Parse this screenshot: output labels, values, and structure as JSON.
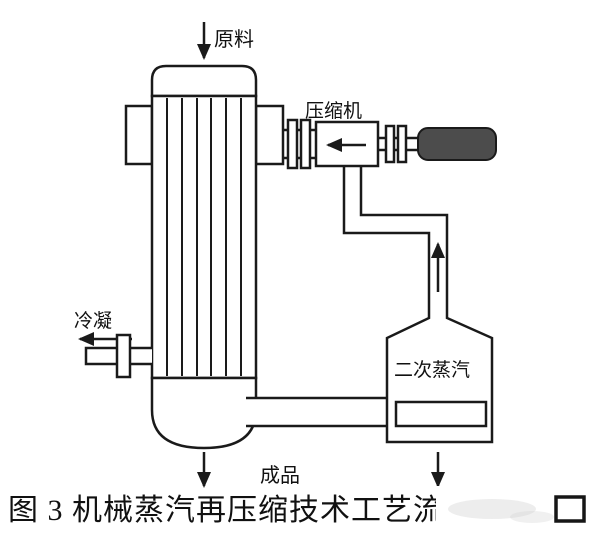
{
  "diagram": {
    "labels": {
      "feed": "原料",
      "compressor": "压缩机",
      "condensate": "冷凝",
      "secondary_vapor": "二次蒸汽",
      "product": "成品"
    },
    "caption_visible": "图 3 机械蒸汽再压缩技术工艺流",
    "colors": {
      "line": "#1a1a1a",
      "motor_fill": "#4c4c4c",
      "background": "#ffffff",
      "smudge": "#dcdcdc"
    }
  }
}
